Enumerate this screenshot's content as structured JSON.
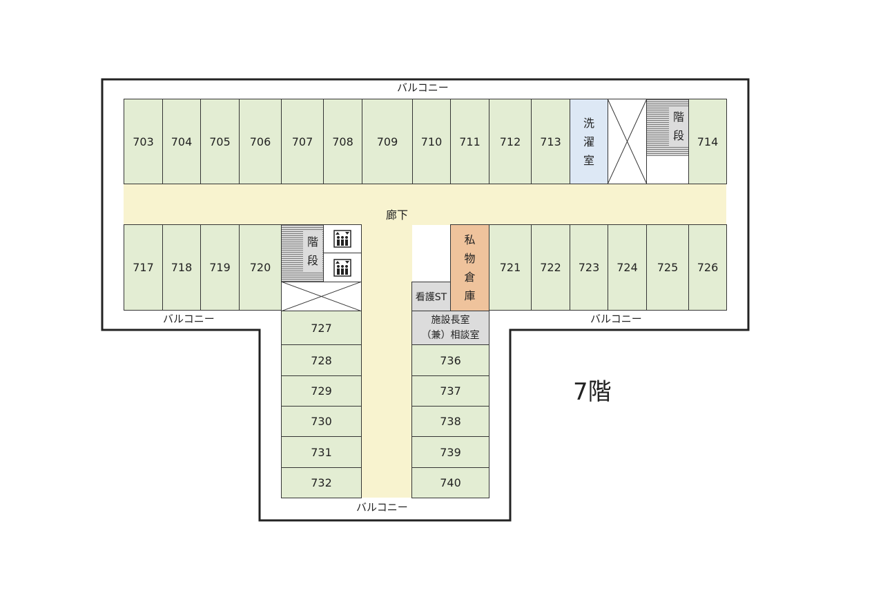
{
  "floor_label": "7階",
  "balcony_label": "バルコニー",
  "corridor_label": "廊下",
  "rooms": {
    "r703": "703",
    "r704": "704",
    "r705": "705",
    "r706": "706",
    "r707": "707",
    "r708": "708",
    "r709": "709",
    "r710": "710",
    "r711": "711",
    "r712": "712",
    "r713": "713",
    "r714": "714",
    "r717": "717",
    "r718": "718",
    "r719": "719",
    "r720": "720",
    "r721": "721",
    "r722": "722",
    "r723": "723",
    "r724": "724",
    "r725": "725",
    "r726": "726",
    "r727": "727",
    "r728": "728",
    "r729": "729",
    "r730": "730",
    "r731": "731",
    "r732": "732",
    "r736": "736",
    "r737": "737",
    "r738": "738",
    "r739": "739",
    "r740": "740"
  },
  "laundry": [
    "洗",
    "濯",
    "室"
  ],
  "stairs": [
    "階",
    "段"
  ],
  "storage": [
    "私",
    "物",
    "倉",
    "庫"
  ],
  "nurse_station": "看護ST",
  "director_room": {
    "line1": "施設長室",
    "line2": "（兼）相談室"
  },
  "icons": {
    "elevator": "elevator-icon"
  },
  "colors": {
    "room": "#e3edd3",
    "corridor": "#f8f3cf",
    "laundry": "#dde8f5",
    "storage": "#efc39c",
    "office": "#dcdcdc"
  }
}
